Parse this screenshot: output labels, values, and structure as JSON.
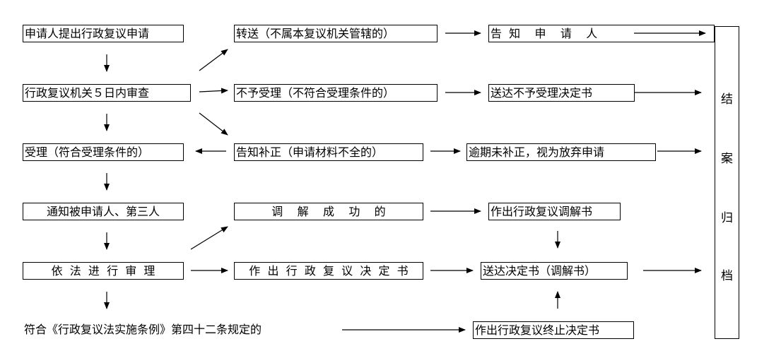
{
  "left": {
    "apply": "申请人提出行政复议申请",
    "review": "行政复议机关５日内审查",
    "accept": "受理（符合受理条件的）",
    "notify": "通知被申请人、第三人",
    "hear": "依  法  进  行  审  理",
    "terminate_cond": "符合《行政复议法实施条例》第四十二条规定的"
  },
  "middle": {
    "transfer": "转送（不属本复议机关管辖的）",
    "reject": "不予受理（不符合受理条件的）",
    "correct": "告知补正（申请材料不全的）",
    "mediate": "调    解    成    功    的",
    "decide": "作  出  行  政  复  议  决  定  书"
  },
  "right": {
    "tell": "告  知    申    请    人",
    "reject_doc": "送达不予受理决定书",
    "overdue": "逾期未补正，视为放弃申请",
    "mediation_doc": "作出行政复议调解书",
    "deliver": "送达决定书（调解书）",
    "termination_doc": "作出行政复议终止决定书"
  },
  "archive": {
    "chars": [
      "结",
      "案",
      "归",
      "档"
    ]
  }
}
